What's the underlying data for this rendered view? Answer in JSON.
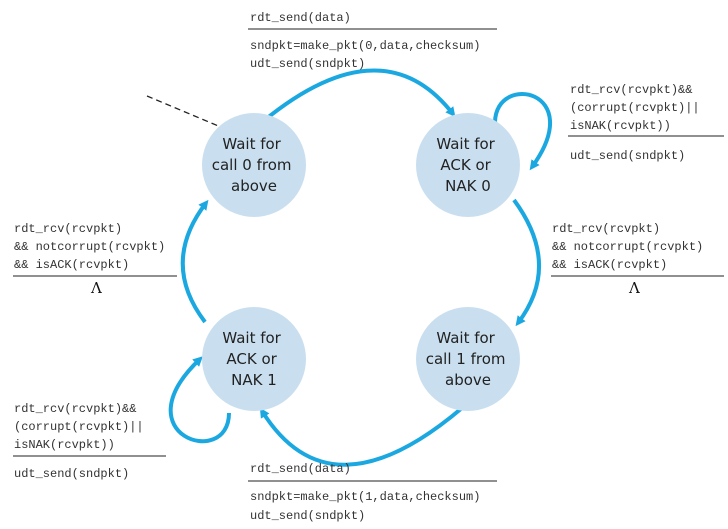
{
  "colors": {
    "state_fill": "#c9dff0",
    "arrow": "#1ba8e0",
    "initial_arrow": "#222222",
    "divider": "#222222"
  },
  "states": {
    "s0": [
      "Wait for",
      "call 0 from",
      "above"
    ],
    "s1": [
      "Wait for",
      "ACK or",
      "NAK 0"
    ],
    "s2": [
      "Wait for",
      "call 1 from",
      "above"
    ],
    "s3": [
      "Wait for",
      "ACK or",
      "NAK 1"
    ]
  },
  "labels": {
    "top": {
      "event": [
        "rdt_send(data)"
      ],
      "action": [
        "sndpkt=make_pkt(0,data,checksum)",
        "udt_send(sndpkt)"
      ]
    },
    "self_loop_right": {
      "event": [
        "rdt_rcv(rcvpkt)&&",
        "(corrupt(rcvpkt)||",
        "isNAK(rcvpkt))"
      ],
      "action": [
        "udt_send(sndpkt)"
      ]
    },
    "right": {
      "event": [
        "rdt_rcv(rcvpkt)",
        "&& notcorrupt(rcvpkt)",
        "&& isACK(rcvpkt)"
      ],
      "action": [
        "Λ"
      ]
    },
    "left": {
      "event": [
        "rdt_rcv(rcvpkt)",
        "&& notcorrupt(rcvpkt)",
        "&& isACK(rcvpkt)"
      ],
      "action": [
        "Λ"
      ]
    },
    "self_loop_left": {
      "event": [
        "rdt_rcv(rcvpkt)&&",
        "(corrupt(rcvpkt)||",
        "isNAK(rcvpkt))"
      ],
      "action": [
        "udt_send(sndpkt)"
      ]
    },
    "bottom": {
      "event": [
        "rdt_send(data)"
      ],
      "action": [
        "sndpkt=make_pkt(1,data,checksum)",
        "udt_send(sndpkt)"
      ]
    }
  }
}
